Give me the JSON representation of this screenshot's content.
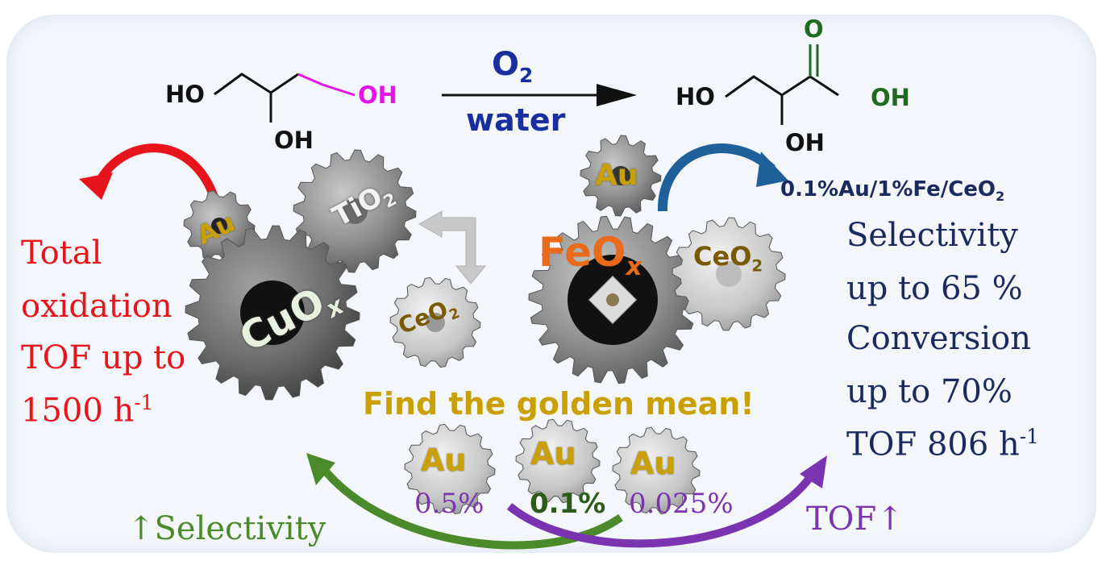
{
  "reaction": {
    "reactant_left_oh": "HO",
    "reactant_bottom_oh": "OH",
    "reactant_pink_oh": "OH",
    "reagent_main": "O",
    "reagent_sub": "2",
    "solvent": "water",
    "product_left_oh": "HO",
    "product_bottom_oh": "OH",
    "product_top_o": "O",
    "product_acid_oh": "OH"
  },
  "gears": {
    "cuox": {
      "main": "CuO",
      "sub": "x"
    },
    "tio2": {
      "main": "TiO",
      "sub": "2"
    },
    "ceo2_left": {
      "main": "CeO",
      "sub": "2"
    },
    "feox": {
      "main": "FeO",
      "sub": "x"
    },
    "ceo2_right": {
      "main": "CeO",
      "sub": "2"
    },
    "au_left": "Au",
    "au_right": "Au",
    "au_small": [
      "Au",
      "Au",
      "Au"
    ]
  },
  "left_text": {
    "line1": "Total",
    "line2": "oxidation",
    "line3": "TOF up to",
    "line4": "1500 h",
    "line4_sup": "-1"
  },
  "right_text": {
    "catalyst_main": "0.1%Au/1%Fe/CeO",
    "catalyst_sub": "2",
    "line1": "Selectivity",
    "line2": "up to 65 %",
    "line3": "Conversion",
    "line4": "up to 70%",
    "line5": "TOF 806 h",
    "line5_sup": "-1"
  },
  "center": {
    "golden_mean": "Find the golden mean!",
    "loadings": [
      "0.5%",
      "0.1%",
      "0.025%"
    ],
    "selectivity_label": "↑Selectivity",
    "tof_label": "TOF↑"
  },
  "colors": {
    "red": "#e8141c",
    "navy": "#1b2a5e",
    "gold": "#c9a000",
    "green": "#4a8a2a",
    "purple": "#7b34b0",
    "orange": "#e86a1a",
    "blue_arrow": "#1f5f9a",
    "magenta": "#e515e5",
    "reagent_blue": "#1a2f9e",
    "acid_green": "#1e6a1e"
  }
}
